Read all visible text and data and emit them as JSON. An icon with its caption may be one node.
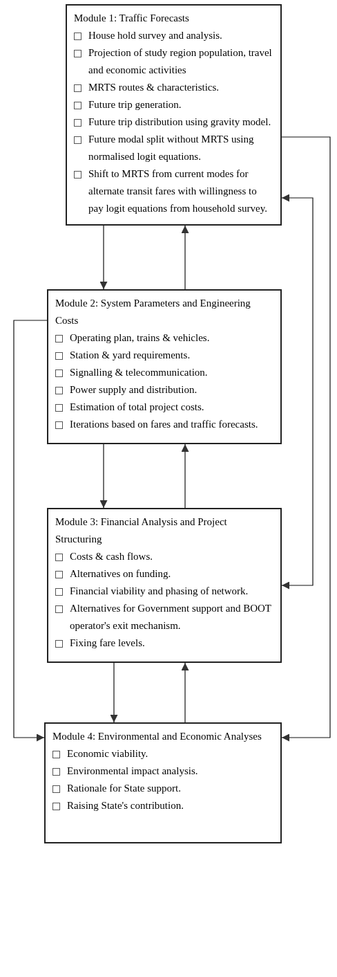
{
  "diagram": {
    "nodes": [
      {
        "text": [
          "Module 1: Traffic Forecasts",
          "House hold survey and analysis.",
          "Projection of study region population, travel and economic activities",
          "MRTS routes & characteristics.",
          "Future trip generation.",
          "Future trip distribution using gravity model.",
          "Future modal split without MRTS using normalised logit equations.",
          "Shift to MRTS from current modes for alternate transit fares with willingness to pay logit equations from household survey."
        ]
      },
      {
        "text": [
          "Module 2: System Parameters and Engineering Costs",
          "Operating plan, trains & vehicles.",
          "Station & yard requirements.",
          "Signalling & telecommunication.",
          "Power supply and distribution.",
          "Estimation of total project costs.",
          "Iterations based on fares and traffic forecasts."
        ]
      },
      {
        "text": [
          "Module 3: Financial Analysis and Project Structuring",
          "Costs & cash flows.",
          "Alternatives on funding.",
          "Financial viability and phasing of network.",
          "Alternatives for Government support and BOOT operator's exit mechanism.",
          "Fixing fare levels."
        ]
      },
      {
        "text": [
          "Module 4: Environmental and Economic Analyses",
          "Economic viability.",
          "Environmental impact analysis.",
          "Rationale for State support.",
          "Raising State's contribution."
        ]
      }
    ],
    "edges": [
      {
        "from": 0,
        "to": 1,
        "arrow": "to"
      },
      {
        "from": 1,
        "to": 0,
        "arrow": "to"
      },
      {
        "from": 1,
        "to": 2,
        "arrow": "to"
      },
      {
        "from": 2,
        "to": 1,
        "arrow": "to"
      },
      {
        "from": 2,
        "to": 3,
        "arrow": "to"
      },
      {
        "from": 3,
        "to": 2,
        "arrow": "to"
      },
      {
        "from": 0,
        "to": 3,
        "arrow": "to"
      },
      {
        "from": 0,
        "to": 2,
        "arrow": "both"
      },
      {
        "from": 1,
        "to": 3,
        "arrow": "to"
      }
    ]
  }
}
